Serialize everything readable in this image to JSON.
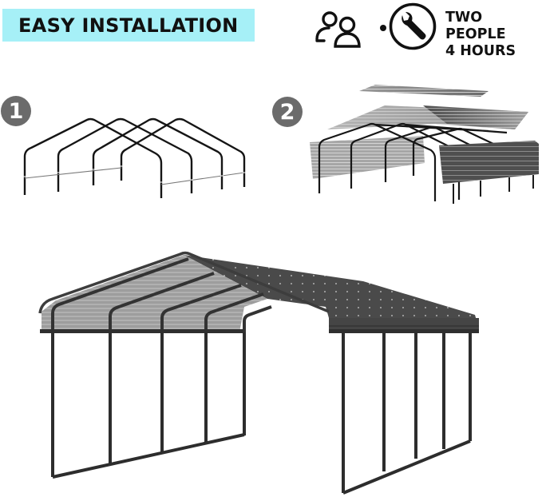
{
  "header": {
    "title": "EASY INSTALLATION",
    "banner_color": "#a6f0f7",
    "icons": [
      "two-people-icon",
      "dot-separator",
      "wrench-icon"
    ],
    "info_line1": "TWO PEOPLE",
    "info_line2": "4 HOURS"
  },
  "steps": [
    {
      "number": "1",
      "description": "frame-arches",
      "badge_color": "#6b6b6b"
    },
    {
      "number": "2",
      "description": "roof-and-side-panels-exploded",
      "badge_color": "#6b6b6b"
    }
  ],
  "final": {
    "description": "assembled-carport",
    "roof_color": "#4a4a4a",
    "underside_color": "#9a9a9a",
    "frame_color": "#3a3a3a"
  }
}
